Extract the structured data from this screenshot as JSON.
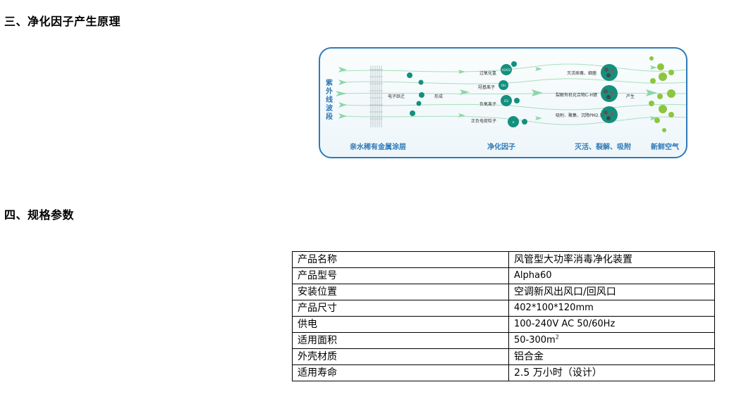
{
  "section3": {
    "title": "三、净化因子产生原理"
  },
  "diagram": {
    "uv_label": "紫外线波段",
    "stages": [
      "亲水稀有金属涂层",
      "净化因子",
      "灭活、裂解、吸附",
      "新鲜空气"
    ],
    "labels": {
      "electron": "电子跃迁",
      "form": "形成",
      "h2o2": "过氧化氢",
      "oh": "羟基离子",
      "neg": "负氧离子",
      "pos": "正负电荷粒子",
      "kill": "灭活病毒、细菌",
      "decompose": "裂解有机化合物C-H键",
      "adsorb": "吸附、聚集、沉降PM2.5",
      "produce": "产生"
    },
    "molecules": [
      "H2O2",
      "OH",
      "O2",
      "e"
    ],
    "colors": {
      "accent": "#2e7ab8",
      "teal": "#13907e",
      "arrow": "#8cd6a8",
      "green": "#8cc63f"
    }
  },
  "section4": {
    "title": "四、规格参数"
  },
  "specs": {
    "rows": [
      {
        "key": "产品名称",
        "value": "风管型大功率消毒净化装置"
      },
      {
        "key": "产品型号",
        "value": "Alpha60"
      },
      {
        "key": "安装位置",
        "value": "空调新风出风口/回风口"
      },
      {
        "key": "产品尺寸",
        "value": "402*100*120mm"
      },
      {
        "key": "供电",
        "value": "100-240V AC 50/60Hz"
      },
      {
        "key": "适用面积",
        "value": "50-300m",
        "sup": "2"
      },
      {
        "key": "外壳材质",
        "value": "铝合金"
      },
      {
        "key": "适用寿命",
        "value": "2.5 万小时（设计）"
      }
    ]
  }
}
